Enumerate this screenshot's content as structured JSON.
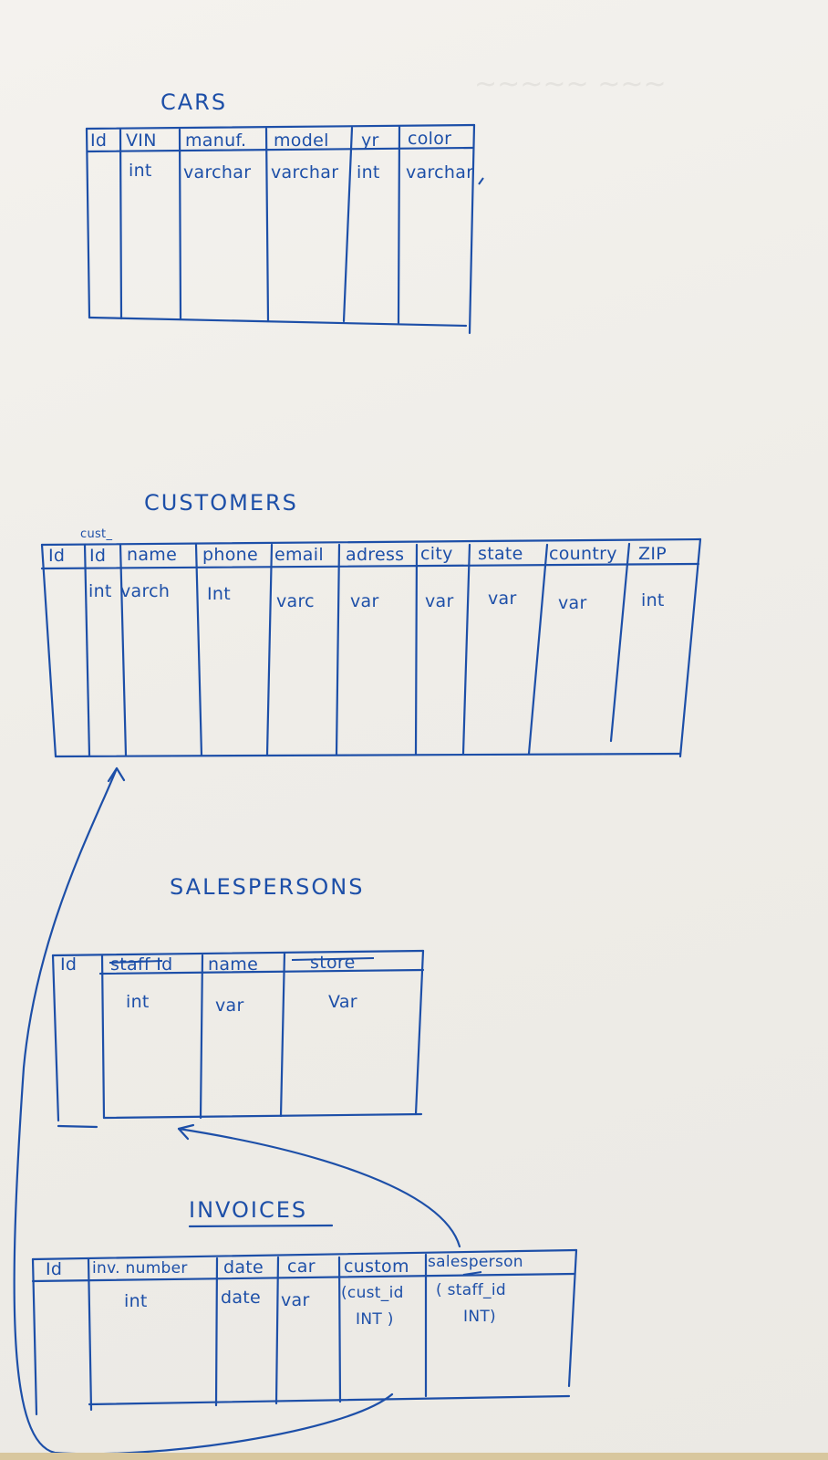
{
  "colors": {
    "ink": "#1d4fa8",
    "paper": "#f1efea"
  },
  "tables": {
    "cars": {
      "title": "CARS",
      "headers": {
        "id": "Id",
        "vin": "VIN",
        "manuf": "manuf.",
        "model": "model",
        "yr": "yr",
        "color": "color"
      },
      "types": {
        "vin": "int",
        "manuf": "varchar",
        "model": "varchar",
        "yr": "int",
        "color": "varchar"
      }
    },
    "customers": {
      "title": "CUSTOMERS",
      "headers": {
        "id": "Id",
        "cust_prefix": "cust_",
        "cust_id": "Id",
        "name": "name",
        "phone": "phone",
        "email": "email",
        "adress": "adress",
        "city": "city",
        "state": "state",
        "country": "country",
        "zip": "ZIP"
      },
      "types": {
        "cust_id": "int",
        "name": "varch",
        "phone": "Int",
        "email": "varc",
        "adress": "var",
        "city": "var",
        "state": "var",
        "country": "var",
        "zip": "int"
      }
    },
    "salespersons": {
      "title": "SALESPERSONS",
      "headers": {
        "id": "Id",
        "staff_id": "staff Id",
        "name": "name",
        "store": "store"
      },
      "types": {
        "staff_id": "int",
        "name": "var",
        "store": "Var"
      }
    },
    "invoices": {
      "title": "INVOICES",
      "headers": {
        "id": "Id",
        "inv_number": "inv. number",
        "date": "date",
        "car": "car",
        "custom": "custom",
        "salesperson": "salesperson"
      },
      "types": {
        "inv_number": "int",
        "date": "date",
        "car": "var",
        "custom_1": "(cust_id",
        "custom_2": "INT )",
        "salesperson_1": "( staff_id",
        "salesperson_2": "INT)"
      }
    }
  }
}
